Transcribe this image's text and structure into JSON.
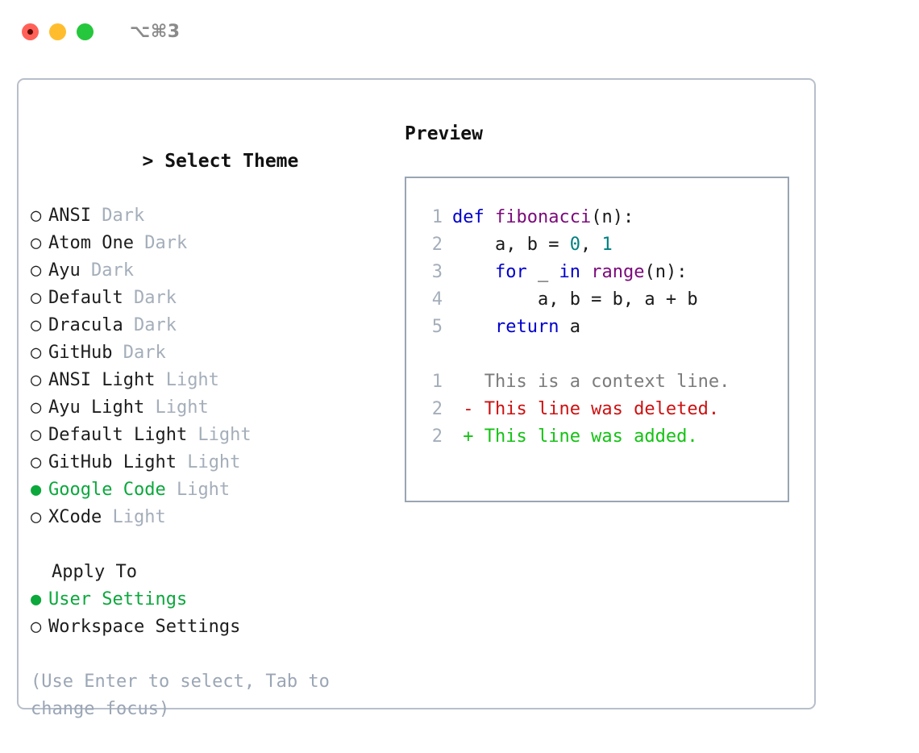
{
  "titlebar": {
    "shortcut_label": "⌥⌘3",
    "buttons": [
      {
        "name": "close",
        "color": "#ff6159"
      },
      {
        "name": "minimize",
        "color": "#ffbd2e"
      },
      {
        "name": "zoom",
        "color": "#25c73c"
      }
    ]
  },
  "theme_picker": {
    "caret": ">",
    "header": "Select Theme",
    "marker_unselected": "○",
    "marker_selected": "●",
    "accent_color": "#0ba83c",
    "items": [
      {
        "name": "ANSI",
        "variant": "Dark",
        "selected": false
      },
      {
        "name": "Atom One",
        "variant": "Dark",
        "selected": false
      },
      {
        "name": "Ayu",
        "variant": "Dark",
        "selected": false
      },
      {
        "name": "Default",
        "variant": "Dark",
        "selected": false
      },
      {
        "name": "Dracula",
        "variant": "Dark",
        "selected": false
      },
      {
        "name": "GitHub",
        "variant": "Dark",
        "selected": false
      },
      {
        "name": "ANSI Light",
        "variant": "Light",
        "selected": false
      },
      {
        "name": "Ayu Light",
        "variant": "Light",
        "selected": false
      },
      {
        "name": "Default Light",
        "variant": "Light",
        "selected": false
      },
      {
        "name": "GitHub Light",
        "variant": "Light",
        "selected": false
      },
      {
        "name": "Google Code",
        "variant": "Light",
        "selected": true
      },
      {
        "name": "XCode",
        "variant": "Light",
        "selected": false
      }
    ]
  },
  "apply_to": {
    "header": "Apply To",
    "options": [
      {
        "label": "User Settings",
        "selected": true
      },
      {
        "label": "Workspace Settings",
        "selected": false
      }
    ]
  },
  "hint": "(Use Enter to select, Tab to change focus)",
  "preview": {
    "title": "Preview",
    "code_lines": [
      {
        "number": "1",
        "tokens": [
          {
            "t": "def",
            "c": "kw"
          },
          {
            "t": " ",
            "c": "punc"
          },
          {
            "t": "fibonacci",
            "c": "fn"
          },
          {
            "t": "(",
            "c": "punc"
          },
          {
            "t": "n",
            "c": "id"
          },
          {
            "t": "):",
            "c": "punc"
          }
        ]
      },
      {
        "number": "2",
        "tokens": [
          {
            "t": "    a, b = ",
            "c": "id"
          },
          {
            "t": "0",
            "c": "num"
          },
          {
            "t": ", ",
            "c": "punc"
          },
          {
            "t": "1",
            "c": "num"
          }
        ]
      },
      {
        "number": "3",
        "tokens": [
          {
            "t": "    ",
            "c": "punc"
          },
          {
            "t": "for",
            "c": "kw"
          },
          {
            "t": " _ ",
            "c": "id"
          },
          {
            "t": "in",
            "c": "kw"
          },
          {
            "t": " ",
            "c": "punc"
          },
          {
            "t": "range",
            "c": "fn"
          },
          {
            "t": "(",
            "c": "punc"
          },
          {
            "t": "n",
            "c": "id"
          },
          {
            "t": "):",
            "c": "punc"
          }
        ]
      },
      {
        "number": "4",
        "tokens": [
          {
            "t": "        a, b = b, a + b",
            "c": "id"
          }
        ]
      },
      {
        "number": "5",
        "tokens": [
          {
            "t": "    ",
            "c": "punc"
          },
          {
            "t": "return",
            "c": "kw"
          },
          {
            "t": " a",
            "c": "id"
          }
        ]
      }
    ],
    "diff_lines": [
      {
        "number": "1",
        "sign": " ",
        "text": "This is a context line.",
        "kind": "ctx"
      },
      {
        "number": "2",
        "sign": "-",
        "text": "This line was deleted.",
        "kind": "del"
      },
      {
        "number": "2",
        "sign": "+",
        "text": "This line was added.",
        "kind": "add"
      }
    ]
  }
}
